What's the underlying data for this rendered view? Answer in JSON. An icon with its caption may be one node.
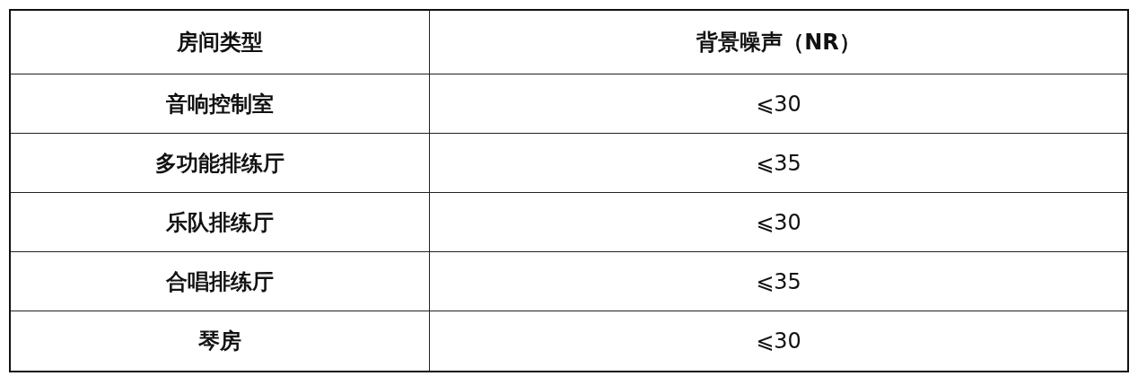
{
  "diagram": {
    "labels": [
      "房间类型",
      "背景噪声（NR）",
      "音响控制室",
      "⩽30",
      "多功能排练厅",
      "⩽35",
      "乐队排练厅",
      "⩽30",
      "合唱排练厅",
      "⩽35",
      "琴房",
      "⩽30"
    ]
  }
}
